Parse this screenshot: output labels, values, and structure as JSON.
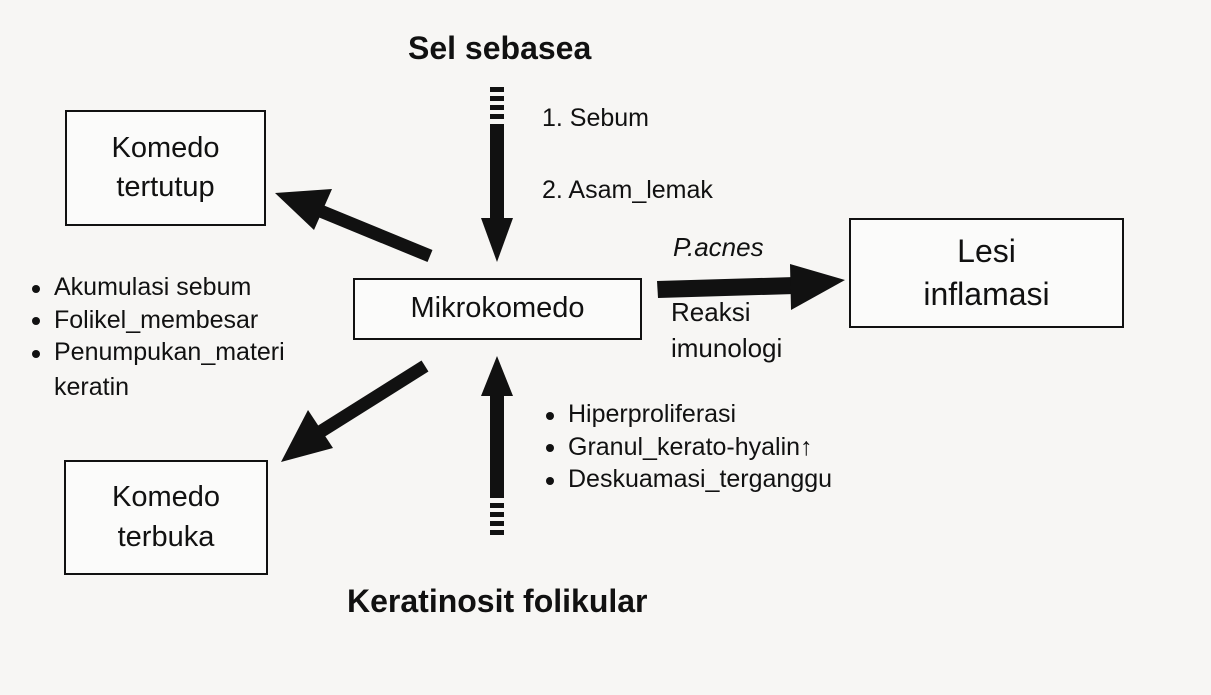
{
  "sources": {
    "top": "Sel sebasea",
    "bottom": "Keratinosit folikular"
  },
  "center": {
    "label": "Mikrokomedo"
  },
  "boxes": {
    "closed_comedo": {
      "line1": "Komedo",
      "line2": "tertutup"
    },
    "open_comedo": {
      "line1": "Komedo",
      "line2": "terbuka"
    },
    "inflammatory_lesion": {
      "line1": "Lesi",
      "line2": "inflamasi"
    }
  },
  "sebaceous_products": [
    "1. Sebum",
    "2. Asam_lemak"
  ],
  "left_bullets": [
    "Akumulasi sebum",
    "Folikel_membesar",
    "Penumpukan_materi",
    "keratin"
  ],
  "keratinocyte_bullets": [
    "Hiperproliferasi",
    "Granul_kerato-hyalin↑",
    "Deskuamasi_terganggu"
  ],
  "arrow_labels": {
    "bacteria": "P.acnes",
    "reaction_line1": "Reaksi",
    "reaction_line2": "imunologi"
  }
}
